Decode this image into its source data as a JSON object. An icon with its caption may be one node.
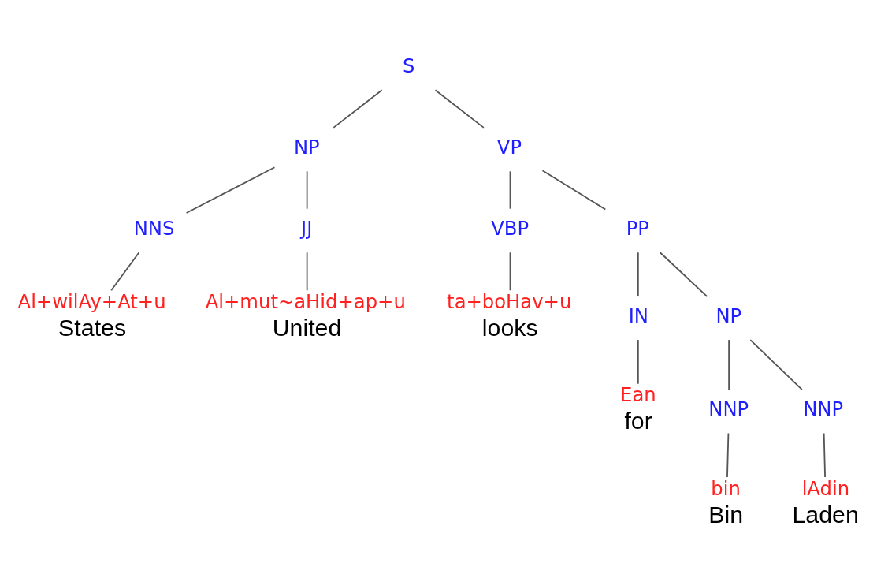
{
  "diagram": {
    "nodes": [
      {
        "text": [
          "S"
        ]
      },
      {
        "text": [
          "NP"
        ]
      },
      {
        "text": [
          "VP"
        ]
      },
      {
        "text": [
          "NNS"
        ]
      },
      {
        "text": [
          "JJ"
        ]
      },
      {
        "text": [
          "VBP"
        ]
      },
      {
        "text": [
          "PP"
        ]
      },
      {
        "text": [
          "Al+wilAy+At+u"
        ],
        "beside": [
          "States"
        ]
      },
      {
        "text": [
          "Al+mut~aHid+ap+u"
        ],
        "beside": [
          "United"
        ]
      },
      {
        "text": [
          "ta+boHav+u"
        ],
        "beside": [
          "looks"
        ]
      },
      {
        "text": [
          "IN"
        ]
      },
      {
        "text": [
          "NP"
        ]
      },
      {
        "text": [
          "Ean"
        ],
        "beside": [
          "for"
        ]
      },
      {
        "text": [
          "NNP"
        ]
      },
      {
        "text": [
          "NNP"
        ]
      },
      {
        "text": [
          "bin"
        ],
        "beside": [
          "Bin"
        ]
      },
      {
        "text": [
          "lAdin"
        ],
        "beside": [
          "Laden"
        ]
      }
    ],
    "edges": [
      {
        "from": 0,
        "to": 1,
        "arrow": "none"
      },
      {
        "from": 0,
        "to": 2,
        "arrow": "none"
      },
      {
        "from": 1,
        "to": 3,
        "arrow": "none"
      },
      {
        "from": 1,
        "to": 4,
        "arrow": "none"
      },
      {
        "from": 2,
        "to": 5,
        "arrow": "none"
      },
      {
        "from": 2,
        "to": 6,
        "arrow": "none"
      },
      {
        "from": 3,
        "to": 7,
        "arrow": "none"
      },
      {
        "from": 4,
        "to": 8,
        "arrow": "none"
      },
      {
        "from": 5,
        "to": 9,
        "arrow": "none"
      },
      {
        "from": 6,
        "to": 10,
        "arrow": "none"
      },
      {
        "from": 6,
        "to": 11,
        "arrow": "none"
      },
      {
        "from": 10,
        "to": 12,
        "arrow": "none"
      },
      {
        "from": 11,
        "to": 13,
        "arrow": "none"
      },
      {
        "from": 11,
        "to": 14,
        "arrow": "none"
      },
      {
        "from": 13,
        "to": 15,
        "arrow": "none"
      },
      {
        "from": 14,
        "to": 16,
        "arrow": "none"
      }
    ]
  }
}
